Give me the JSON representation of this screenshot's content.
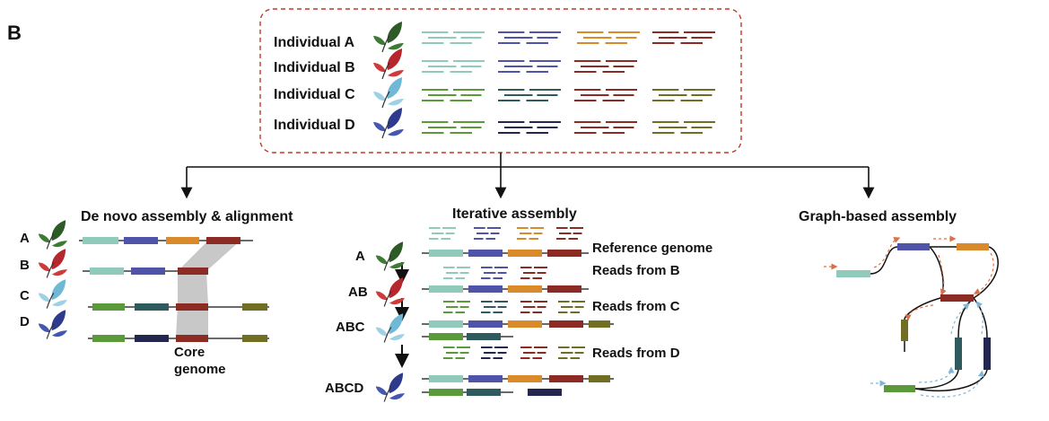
{
  "panel_label": "B",
  "individuals": [
    {
      "name": "Individual A",
      "leaf_colors": [
        "#2e5a27",
        "#3d7a34"
      ]
    },
    {
      "name": "Individual B",
      "leaf_colors": [
        "#b5262d",
        "#cf3a3a"
      ]
    },
    {
      "name": "Individual C",
      "leaf_colors": [
        "#6fb8d6",
        "#9fd1e6"
      ]
    },
    {
      "name": "Individual D",
      "leaf_colors": [
        "#2e3a8c",
        "#4657b0"
      ]
    }
  ],
  "read_colors": {
    "teal": "#8fcabb",
    "purple": "#5054a8",
    "orange": "#d98a2b",
    "darkred": "#8c2a24",
    "green": "#5a9a3a",
    "darkteal": "#2f5a5e",
    "navy": "#23264f",
    "olive": "#6f6e23"
  },
  "methods": {
    "de_novo": {
      "title": "De novo assembly & alignment",
      "rows": [
        "A",
        "B",
        "C",
        "D"
      ],
      "core_label_line1": "Core",
      "core_label_line2": "genome"
    },
    "iterative": {
      "title": "Iterative assembly",
      "rows": [
        "A",
        "AB",
        "ABC",
        "ABCD"
      ],
      "notes": [
        "Reference genome",
        "Reads from B",
        "Reads from C",
        "Reads from D"
      ]
    },
    "graph": {
      "title": "Graph-based assembly"
    }
  },
  "colors": {
    "box_border": "#c0392b",
    "connector": "#111111",
    "core_shade": "#c8c8c8",
    "orange_arrow": "#d9704a",
    "blue_arrow": "#7fb6d6"
  }
}
